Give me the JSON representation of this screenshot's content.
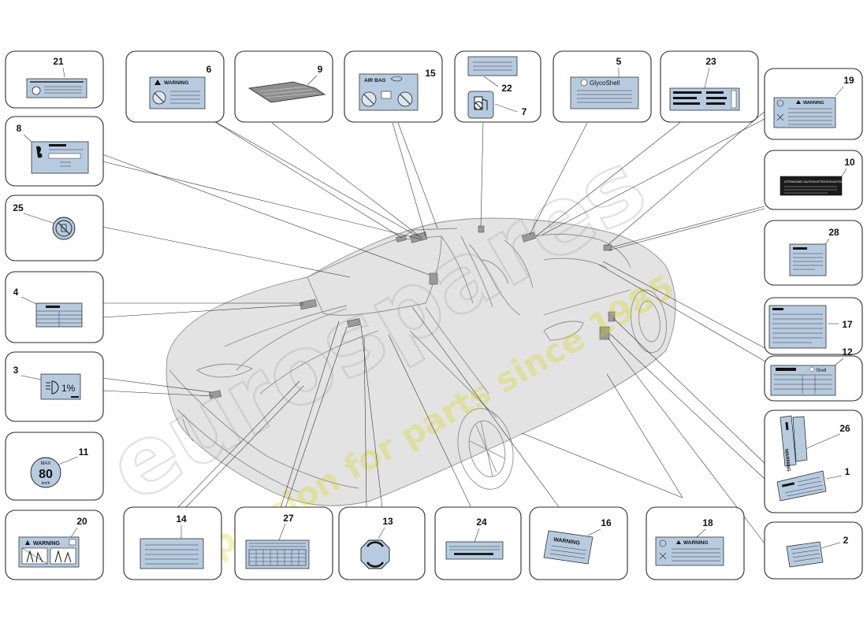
{
  "texts": {
    "warning": "WARNING",
    "glycoshell": "GlycoShell",
    "airbag": "AIR BAG",
    "shell": "Shell",
    "percent": "1%",
    "max": "MAX",
    "speed": "80",
    "speed_unit": "km/h",
    "attention": "ATTENZIONE CAUTION ATTENTION ACHTUNG",
    "watermark_brand": "eurospares",
    "watermark_tagline": "a passion for parts since 1985"
  },
  "callouts": [
    {
      "id": "21",
      "label": "21"
    },
    {
      "id": "6",
      "label": "6"
    },
    {
      "id": "9",
      "label": "9"
    },
    {
      "id": "15",
      "label": "15"
    },
    {
      "id": "22",
      "label": "22"
    },
    {
      "id": "7",
      "label": "7"
    },
    {
      "id": "5",
      "label": "5"
    },
    {
      "id": "23",
      "label": "23"
    },
    {
      "id": "19",
      "label": "19"
    },
    {
      "id": "8",
      "label": "8"
    },
    {
      "id": "10",
      "label": "10"
    },
    {
      "id": "25",
      "label": "25"
    },
    {
      "id": "28",
      "label": "28"
    },
    {
      "id": "4",
      "label": "4"
    },
    {
      "id": "17",
      "label": "17"
    },
    {
      "id": "12",
      "label": "12"
    },
    {
      "id": "3",
      "label": "3"
    },
    {
      "id": "26",
      "label": "26"
    },
    {
      "id": "1",
      "label": "1"
    },
    {
      "id": "11",
      "label": "11"
    },
    {
      "id": "20",
      "label": "20"
    },
    {
      "id": "14",
      "label": "14"
    },
    {
      "id": "27",
      "label": "27"
    },
    {
      "id": "13",
      "label": "13"
    },
    {
      "id": "24",
      "label": "24"
    },
    {
      "id": "16",
      "label": "16"
    },
    {
      "id": "18",
      "label": "18"
    },
    {
      "id": "2",
      "label": "2"
    }
  ]
}
